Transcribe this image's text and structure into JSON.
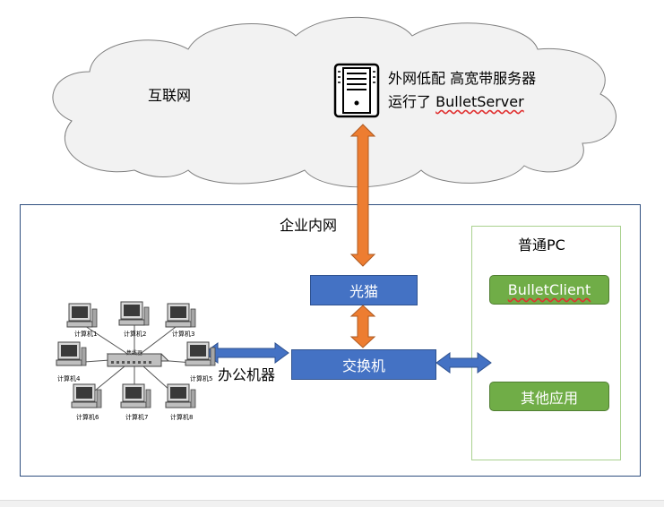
{
  "internet": {
    "label": "互联网",
    "server_line1": "外网低配 高宽带服务器",
    "server_line2_prefix": "运行了 ",
    "server_line2_name": "BulletServer"
  },
  "lan": {
    "label": "企业内网",
    "modem": "光猫",
    "switch": "交换机",
    "office_label": "办公机器",
    "hub_label": "集线器",
    "computers": [
      "计算机1",
      "计算机2",
      "计算机3",
      "计算机4",
      "计算机5",
      "计算机6",
      "计算机7",
      "计算机8"
    ]
  },
  "pc": {
    "label": "普通PC",
    "client": "BulletClient",
    "other": "其他应用"
  },
  "colors": {
    "blue_box": "#4472c4",
    "green_box": "#70ad47",
    "orange_arrow": "#ed7d31",
    "green_border": "#a9d18e",
    "lan_border": "#2f4f7f"
  },
  "icons": [
    "server-icon",
    "computer-icon",
    "hub-icon"
  ]
}
